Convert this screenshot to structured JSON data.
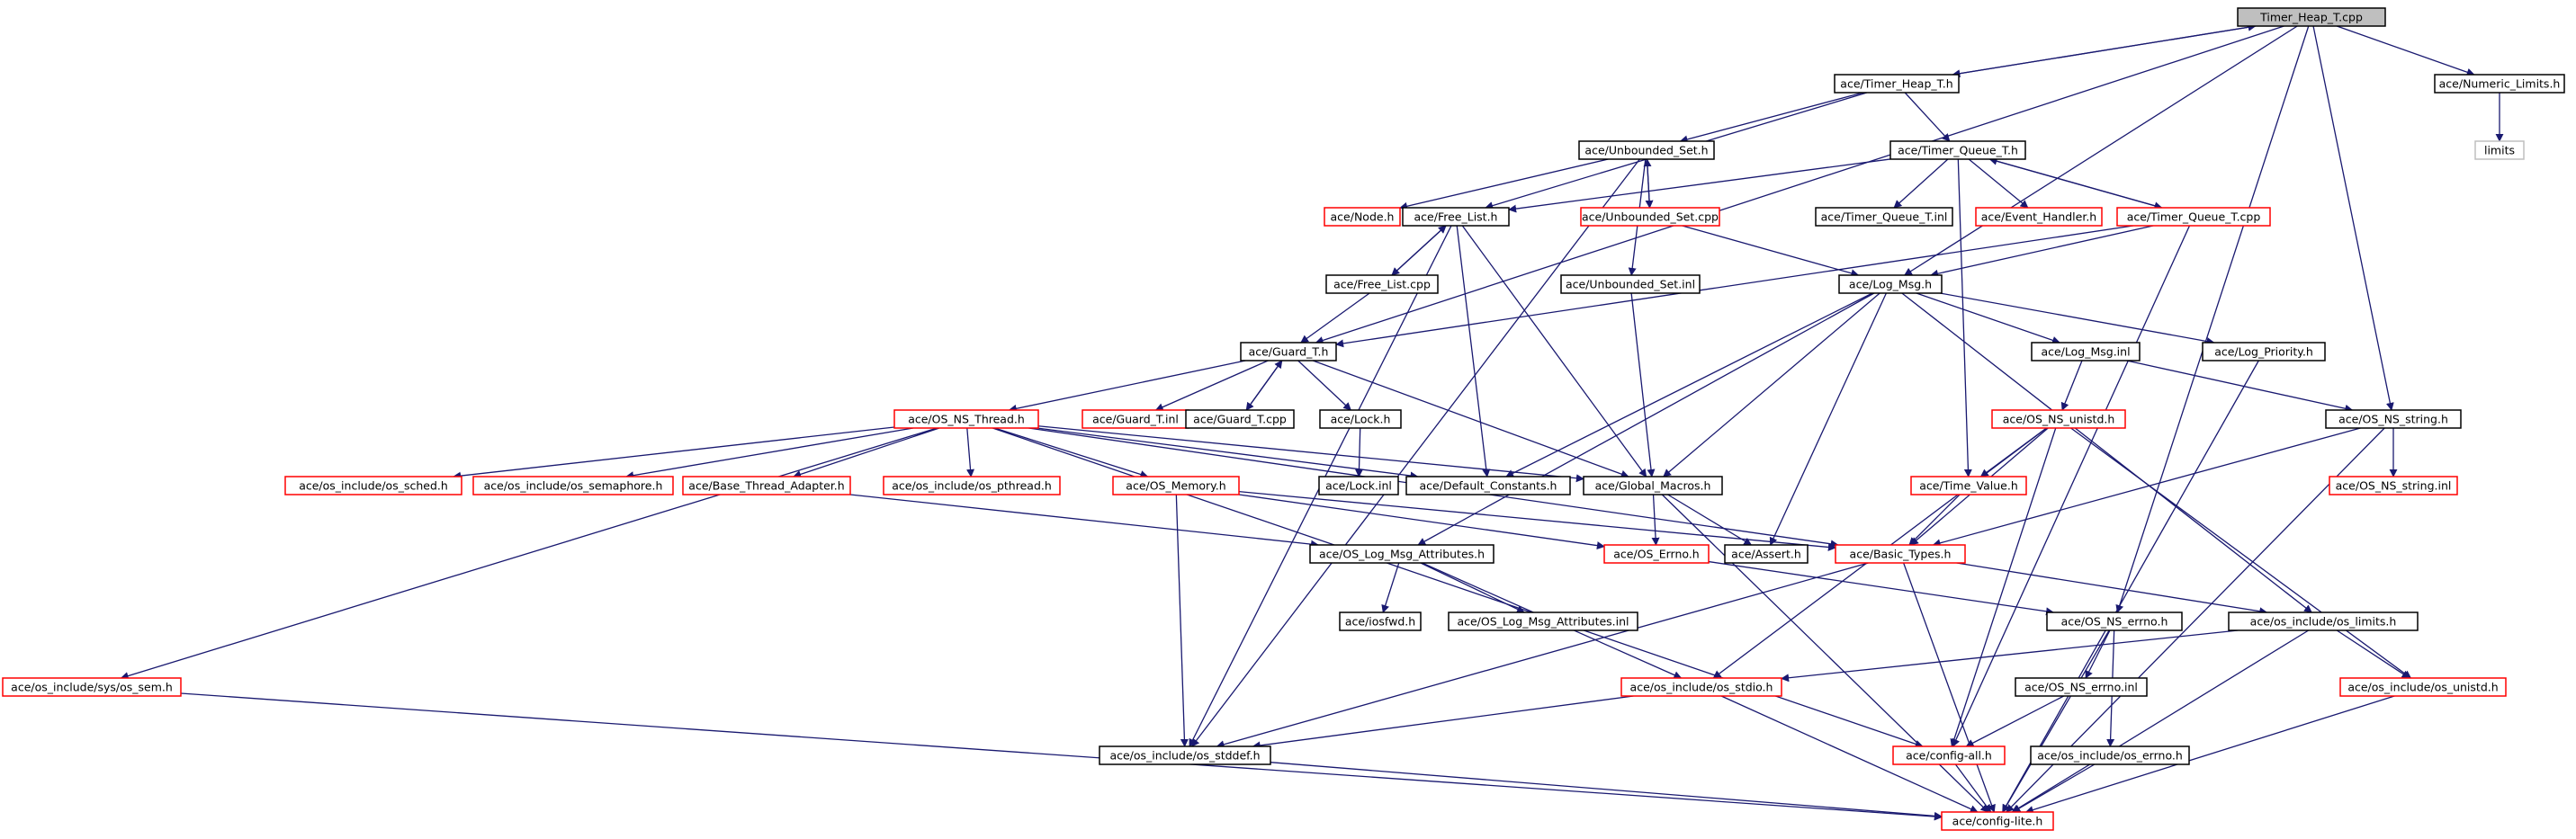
{
  "colors": {
    "edge": "#191970",
    "border_normal": "#000000",
    "border_missing": "#ff0000",
    "border_external": "#bfbfbf",
    "root_fill": "#bfbfbf"
  },
  "graph": {
    "nodes": [
      {
        "id": "root",
        "label": "Timer_Heap_T.cpp",
        "style": "root"
      },
      {
        "id": "thh",
        "label": "ace/Timer_Heap_T.h",
        "style": "normal"
      },
      {
        "id": "numlim",
        "label": "ace/Numeric_Limits.h",
        "style": "normal"
      },
      {
        "id": "limits",
        "label": "limits",
        "style": "external"
      },
      {
        "id": "unbset",
        "label": "ace/Unbounded_Set.h",
        "style": "normal"
      },
      {
        "id": "tqh",
        "label": "ace/Timer_Queue_T.h",
        "style": "normal"
      },
      {
        "id": "node",
        "label": "ace/Node.h",
        "style": "missing"
      },
      {
        "id": "freelist",
        "label": "ace/Free_List.h",
        "style": "normal"
      },
      {
        "id": "unbsetcpp",
        "label": "ace/Unbounded_Set.cpp",
        "style": "missing"
      },
      {
        "id": "tqinl",
        "label": "ace/Timer_Queue_T.inl",
        "style": "normal"
      },
      {
        "id": "evh",
        "label": "ace/Event_Handler.h",
        "style": "missing"
      },
      {
        "id": "tqcpp",
        "label": "ace/Timer_Queue_T.cpp",
        "style": "missing"
      },
      {
        "id": "flcpp",
        "label": "ace/Free_List.cpp",
        "style": "normal"
      },
      {
        "id": "unbsetinl",
        "label": "ace/Unbounded_Set.inl",
        "style": "normal"
      },
      {
        "id": "logmsg",
        "label": "ace/Log_Msg.h",
        "style": "normal"
      },
      {
        "id": "guard",
        "label": "ace/Guard_T.h",
        "style": "normal"
      },
      {
        "id": "logmsginl",
        "label": "ace/Log_Msg.inl",
        "style": "normal"
      },
      {
        "id": "logprio",
        "label": "ace/Log_Priority.h",
        "style": "normal"
      },
      {
        "id": "osthread",
        "label": "ace/OS_NS_Thread.h",
        "style": "missing"
      },
      {
        "id": "guardinl",
        "label": "ace/Guard_T.inl",
        "style": "missing"
      },
      {
        "id": "guardcpp",
        "label": "ace/Guard_T.cpp",
        "style": "normal"
      },
      {
        "id": "lockh",
        "label": "ace/Lock.h",
        "style": "normal"
      },
      {
        "id": "unistd",
        "label": "ace/OS_NS_unistd.h",
        "style": "missing"
      },
      {
        "id": "osstring",
        "label": "ace/OS_NS_string.h",
        "style": "normal"
      },
      {
        "id": "sched",
        "label": "ace/os_include/os_sched.h",
        "style": "missing"
      },
      {
        "id": "sema",
        "label": "ace/os_include/os_semaphore.h",
        "style": "missing"
      },
      {
        "id": "bta",
        "label": "ace/Base_Thread_Adapter.h",
        "style": "missing"
      },
      {
        "id": "pthread",
        "label": "ace/os_include/os_pthread.h",
        "style": "missing"
      },
      {
        "id": "osmem",
        "label": "ace/OS_Memory.h",
        "style": "missing"
      },
      {
        "id": "lockinl",
        "label": "ace/Lock.inl",
        "style": "normal"
      },
      {
        "id": "defconst",
        "label": "ace/Default_Constants.h",
        "style": "normal"
      },
      {
        "id": "globmac",
        "label": "ace/Global_Macros.h",
        "style": "normal"
      },
      {
        "id": "timeval",
        "label": "ace/Time_Value.h",
        "style": "missing"
      },
      {
        "id": "osstringinl",
        "label": "ace/OS_NS_string.inl",
        "style": "missing"
      },
      {
        "id": "logattr",
        "label": "ace/OS_Log_Msg_Attributes.h",
        "style": "normal"
      },
      {
        "id": "oserrno",
        "label": "ace/OS_Errno.h",
        "style": "missing"
      },
      {
        "id": "assert",
        "label": "ace/Assert.h",
        "style": "normal"
      },
      {
        "id": "basictypes",
        "label": "ace/Basic_Types.h",
        "style": "missing"
      },
      {
        "id": "iosfwd",
        "label": "ace/iosfwd.h",
        "style": "normal"
      },
      {
        "id": "logattrinl",
        "label": "ace/OS_Log_Msg_Attributes.inl",
        "style": "normal"
      },
      {
        "id": "nserrno",
        "label": "ace/OS_NS_errno.h",
        "style": "normal"
      },
      {
        "id": "oslimits",
        "label": "ace/os_include/os_limits.h",
        "style": "normal"
      },
      {
        "id": "ossem",
        "label": "ace/os_include/sys/os_sem.h",
        "style": "missing"
      },
      {
        "id": "stdio",
        "label": "ace/os_include/os_stdio.h",
        "style": "missing"
      },
      {
        "id": "nserrnoinl",
        "label": "ace/OS_NS_errno.inl",
        "style": "normal"
      },
      {
        "id": "osunistd",
        "label": "ace/os_include/os_unistd.h",
        "style": "missing"
      },
      {
        "id": "stddef",
        "label": "ace/os_include/os_stddef.h",
        "style": "normal"
      },
      {
        "id": "configall",
        "label": "ace/config-all.h",
        "style": "missing"
      },
      {
        "id": "oserrnoh",
        "label": "ace/os_include/os_errno.h",
        "style": "normal"
      },
      {
        "id": "configlite",
        "label": "ace/config-lite.h",
        "style": "missing"
      }
    ],
    "edges": [
      [
        "root",
        "thh"
      ],
      [
        "root",
        "numlim"
      ],
      [
        "root",
        "guard"
      ],
      [
        "root",
        "logmsg"
      ],
      [
        "root",
        "osstring"
      ],
      [
        "root",
        "nserrno"
      ],
      [
        "thh",
        "root"
      ],
      [
        "thh",
        "unbset"
      ],
      [
        "thh",
        "tqh"
      ],
      [
        "thh",
        "freelist"
      ],
      [
        "numlim",
        "limits"
      ],
      [
        "unbset",
        "node"
      ],
      [
        "unbset",
        "unbsetcpp"
      ],
      [
        "unbset",
        "unbsetinl"
      ],
      [
        "unbset",
        "stddef"
      ],
      [
        "unbsetcpp",
        "unbset"
      ],
      [
        "unbsetcpp",
        "logmsg"
      ],
      [
        "tqh",
        "freelist"
      ],
      [
        "tqh",
        "tqinl"
      ],
      [
        "tqh",
        "evh"
      ],
      [
        "tqh",
        "tqcpp"
      ],
      [
        "tqh",
        "timeval"
      ],
      [
        "tqcpp",
        "tqh"
      ],
      [
        "tqcpp",
        "logmsg"
      ],
      [
        "tqcpp",
        "guard"
      ],
      [
        "tqcpp",
        "configall"
      ],
      [
        "freelist",
        "flcpp"
      ],
      [
        "freelist",
        "defconst"
      ],
      [
        "freelist",
        "globmac"
      ],
      [
        "freelist",
        "stddef"
      ],
      [
        "flcpp",
        "freelist"
      ],
      [
        "flcpp",
        "guard"
      ],
      [
        "unbsetinl",
        "globmac"
      ],
      [
        "guard",
        "osthread"
      ],
      [
        "guard",
        "guardinl"
      ],
      [
        "guard",
        "guardcpp"
      ],
      [
        "guard",
        "lockh"
      ],
      [
        "guard",
        "globmac"
      ],
      [
        "guardcpp",
        "guard"
      ],
      [
        "lockh",
        "lockinl"
      ],
      [
        "logmsg",
        "logmsginl"
      ],
      [
        "logmsg",
        "logprio"
      ],
      [
        "logmsg",
        "defconst"
      ],
      [
        "logmsg",
        "globmac"
      ],
      [
        "logmsg",
        "logattr"
      ],
      [
        "logmsg",
        "assert"
      ],
      [
        "logmsg",
        "oslimits"
      ],
      [
        "logmsginl",
        "unistd"
      ],
      [
        "logmsginl",
        "osstring"
      ],
      [
        "logprio",
        "configlite"
      ],
      [
        "osthread",
        "sched"
      ],
      [
        "osthread",
        "sema"
      ],
      [
        "osthread",
        "bta"
      ],
      [
        "osthread",
        "pthread"
      ],
      [
        "osthread",
        "osmem"
      ],
      [
        "osthread",
        "defconst"
      ],
      [
        "osthread",
        "globmac"
      ],
      [
        "osthread",
        "basictypes"
      ],
      [
        "osthread",
        "ossem"
      ],
      [
        "osthread",
        "configall"
      ],
      [
        "bta",
        "logattr"
      ],
      [
        "osmem",
        "oserrno"
      ],
      [
        "osmem",
        "basictypes"
      ],
      [
        "osmem",
        "stddef"
      ],
      [
        "globmac",
        "oserrno"
      ],
      [
        "globmac",
        "assert"
      ],
      [
        "globmac",
        "configlite"
      ],
      [
        "unistd",
        "timeval"
      ],
      [
        "unistd",
        "basictypes"
      ],
      [
        "unistd",
        "stdio"
      ],
      [
        "unistd",
        "osunistd"
      ],
      [
        "unistd",
        "configall"
      ],
      [
        "timeval",
        "basictypes"
      ],
      [
        "osstring",
        "osstringinl"
      ],
      [
        "osstring",
        "basictypes"
      ],
      [
        "osstring",
        "configlite"
      ],
      [
        "logattr",
        "iosfwd"
      ],
      [
        "logattr",
        "logattrinl"
      ],
      [
        "logattr",
        "stdio"
      ],
      [
        "oserrno",
        "nserrno"
      ],
      [
        "basictypes",
        "oslimits"
      ],
      [
        "basictypes",
        "stddef"
      ],
      [
        "basictypes",
        "configlite"
      ],
      [
        "nserrno",
        "nserrnoinl"
      ],
      [
        "nserrno",
        "oserrnoh"
      ],
      [
        "nserrno",
        "configlite"
      ],
      [
        "oslimits",
        "stdio"
      ],
      [
        "oslimits",
        "osunistd"
      ],
      [
        "oslimits",
        "configlite"
      ],
      [
        "nserrnoinl",
        "configall"
      ],
      [
        "stdio",
        "stddef"
      ],
      [
        "stdio",
        "configlite"
      ],
      [
        "ossem",
        "configlite"
      ],
      [
        "osunistd",
        "configlite"
      ],
      [
        "stddef",
        "configlite"
      ],
      [
        "oserrnoh",
        "configlite"
      ],
      [
        "configall",
        "configlite"
      ]
    ]
  }
}
